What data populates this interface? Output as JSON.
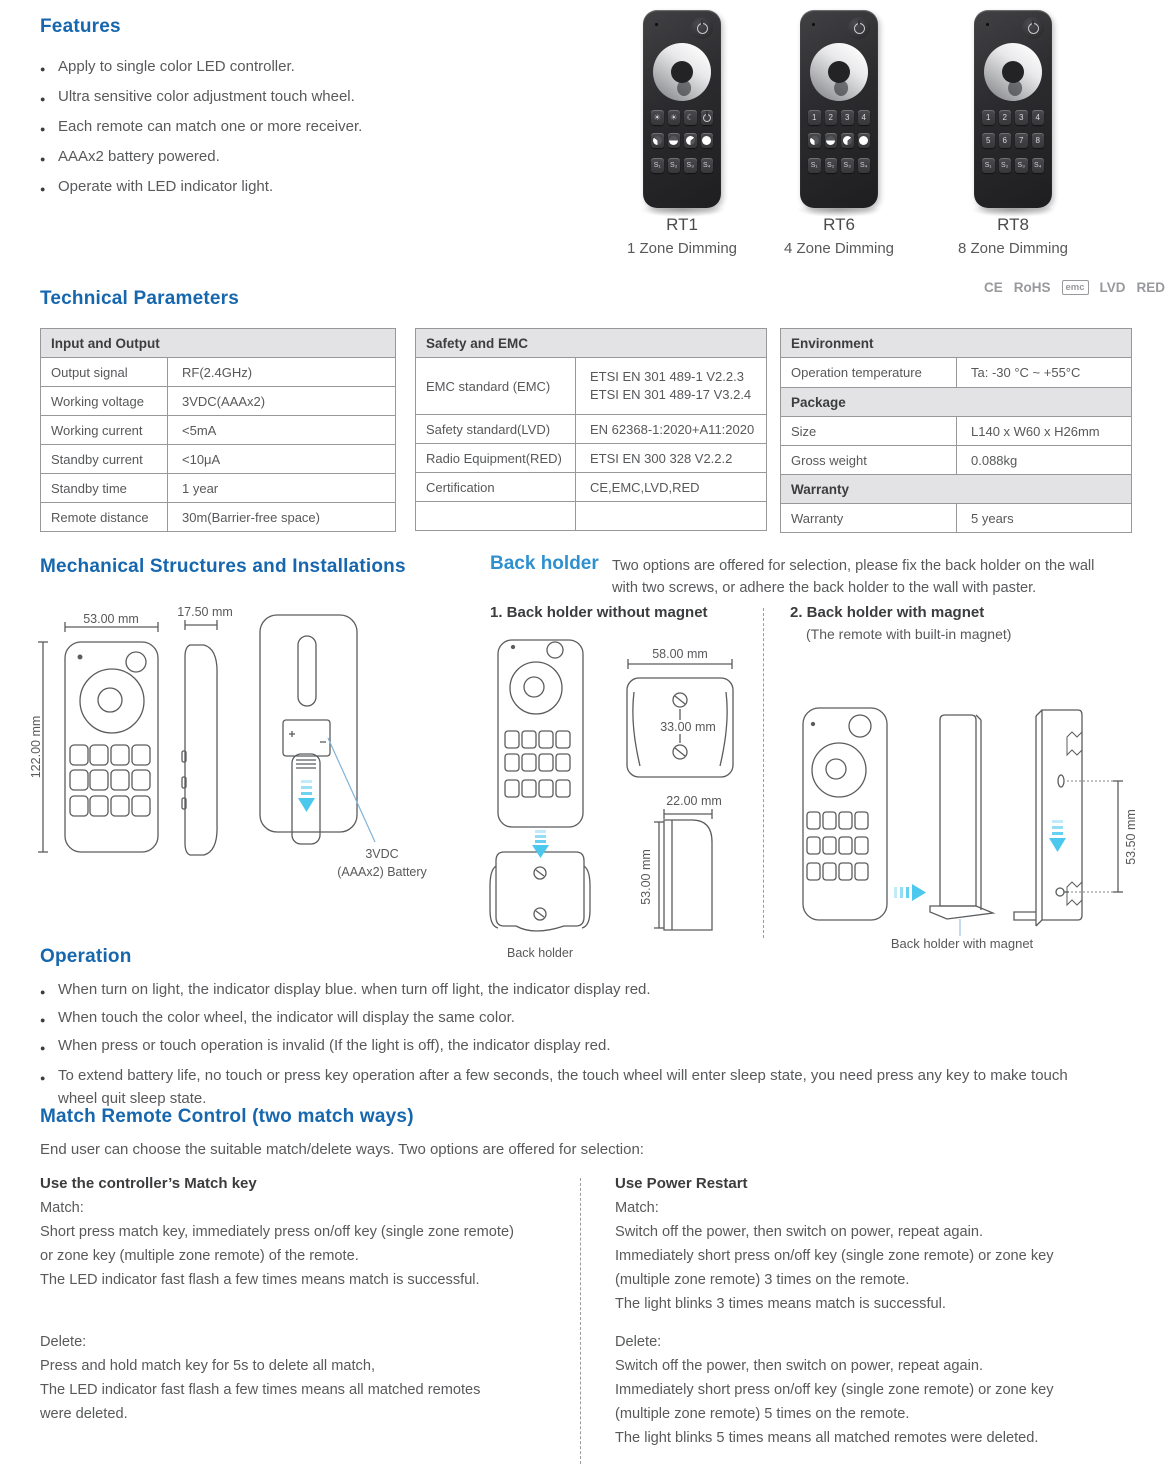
{
  "features": {
    "title": "Features",
    "items": [
      "Apply to single color LED controller.",
      "Ultra sensitive color adjustment touch wheel.",
      "Each remote can match one or more receiver.",
      "AAAx2 battery powered.",
      "Operate with LED indicator light."
    ]
  },
  "remotes": {
    "items": [
      {
        "model": "RT1",
        "zone": "1 Zone Dimming",
        "keys_top": [
          "☀",
          "☀",
          "☾"
        ],
        "keys_scene": [
          "S₁",
          "S₂",
          "S₃",
          "S₄"
        ]
      },
      {
        "model": "RT6",
        "zone": "4 Zone Dimming",
        "keys_top": [
          "1",
          "2",
          "3",
          "4"
        ],
        "keys_scene": [
          "S₁",
          "S₂",
          "S₃",
          "S₄"
        ]
      },
      {
        "model": "RT8",
        "zone": "8 Zone Dimming",
        "keys_top": [
          "1",
          "2",
          "3",
          "4"
        ],
        "keys_mid": [
          "5",
          "6",
          "7",
          "8"
        ],
        "keys_scene": [
          "S₁",
          "S₂",
          "S₃",
          "S₄"
        ]
      }
    ]
  },
  "certifications": {
    "ce": "CE",
    "rohs": "RoHS",
    "emc": "emc",
    "lvd": "LVD",
    "red": "RED"
  },
  "technical": {
    "title": "Technical Parameters",
    "io": {
      "header": "Input and Output",
      "rows": [
        [
          "Output signal",
          "RF(2.4GHz)"
        ],
        [
          "Working voltage",
          "3VDC(AAAx2)"
        ],
        [
          "Working current",
          "<5mA"
        ],
        [
          "Standby current",
          "<10μA"
        ],
        [
          "Standby time",
          "1 year"
        ],
        [
          "Remote distance",
          "30m(Barrier-free space)"
        ]
      ]
    },
    "safety": {
      "header": "Safety and EMC",
      "emc_label": "EMC standard (EMC)",
      "emc_v1": "ETSI EN 301 489-1 V2.2.3",
      "emc_v2": "ETSI EN 301 489-17 V3.2.4",
      "rows": [
        [
          "Safety standard(LVD)",
          "EN 62368-1:2020+A11:2020"
        ],
        [
          "Radio Equipment(RED)",
          "ETSI EN 300 328 V2.2.2"
        ],
        [
          "Certification",
          "CE,EMC,LVD,RED"
        ]
      ]
    },
    "env": {
      "header": "Environment",
      "temp_label": "Operation temperature",
      "temp_value": "Ta: -30 °C ~ +55°C",
      "package_header": "Package",
      "size_label": "Size",
      "size_value": "L140 x W60 x H26mm",
      "weight_label": "Gross weight",
      "weight_value": "0.088kg",
      "warranty_header": "Warranty",
      "warranty_label": "Warranty",
      "warranty_value": "5 years"
    }
  },
  "mechanical": {
    "title": "Mechanical Structures and Installations",
    "dim_width": "53.00 mm",
    "dim_height": "122.00 mm",
    "dim_depth": "17.50 mm",
    "battery1": "3VDC",
    "battery2": "(AAAx2) Battery"
  },
  "back_holder": {
    "title": "Back holder",
    "desc1": "Two options are offered for selection, please fix the back holder on the wall",
    "desc2": "with two screws, or adhere the back holder to the wall with paster.",
    "opt1": "1. Back holder without magnet",
    "opt2": "2. Back holder with magnet",
    "opt2_sub": "(The remote with built-in magnet)",
    "holder_label": "Back holder",
    "magnet_label": "Back holder with magnet",
    "dim_58": "58.00 mm",
    "dim_33": "33.00 mm",
    "dim_22": "22.00 mm",
    "dim_53": "53.00 mm",
    "dim_5350": "53.50 mm"
  },
  "operation": {
    "title": "Operation",
    "items": [
      "When turn on light, the indicator display blue. when turn off light, the indicator display red.",
      "When touch the color wheel, the indicator will display the same color.",
      "When press or touch operation is invalid (If the light is off), the indicator display red.",
      "To extend battery life, no touch or press key operation after a few seconds, the touch wheel will enter sleep state, you need press any key to make touch wheel quit sleep state."
    ]
  },
  "match": {
    "title": "Match Remote Control (two match ways)",
    "intro": "End user can choose the suitable match/delete ways. Two options are offered for selection:",
    "left": {
      "heading": "Use the controller’s Match key",
      "match_label": "Match:",
      "match_lines": [
        "Short press match key, immediately press on/off key (single zone remote)",
        "or zone key (multiple zone remote) of the remote.",
        "The LED indicator fast flash a few times means match is successful."
      ],
      "delete_label": "Delete:",
      "delete_lines": [
        "Press and hold match key for 5s to delete all match,",
        "The LED indicator fast flash a few times means all matched remotes",
        "were deleted."
      ]
    },
    "right": {
      "heading": "Use Power Restart",
      "match_label": "Match:",
      "match_lines": [
        "Switch off the power, then switch on power, repeat again.",
        "Immediately short press on/off key (single zone remote) or zone key",
        "(multiple zone remote) 3 times on the remote.",
        "The light blinks 3 times means match is successful."
      ],
      "delete_label": "Delete:",
      "delete_lines": [
        "Switch off the power, then switch on power, repeat again.",
        "Immediately short press on/off key (single zone remote) or zone key",
        "(multiple zone remote) 5 times on the remote.",
        "The light blinks 5 times means all matched remotes were deleted."
      ]
    }
  },
  "colors": {
    "heading_blue": "#1767AE",
    "subheading_blue": "#2F90D0",
    "text_gray": "#58595B",
    "arrow_cyan": "#4CC7EE"
  }
}
